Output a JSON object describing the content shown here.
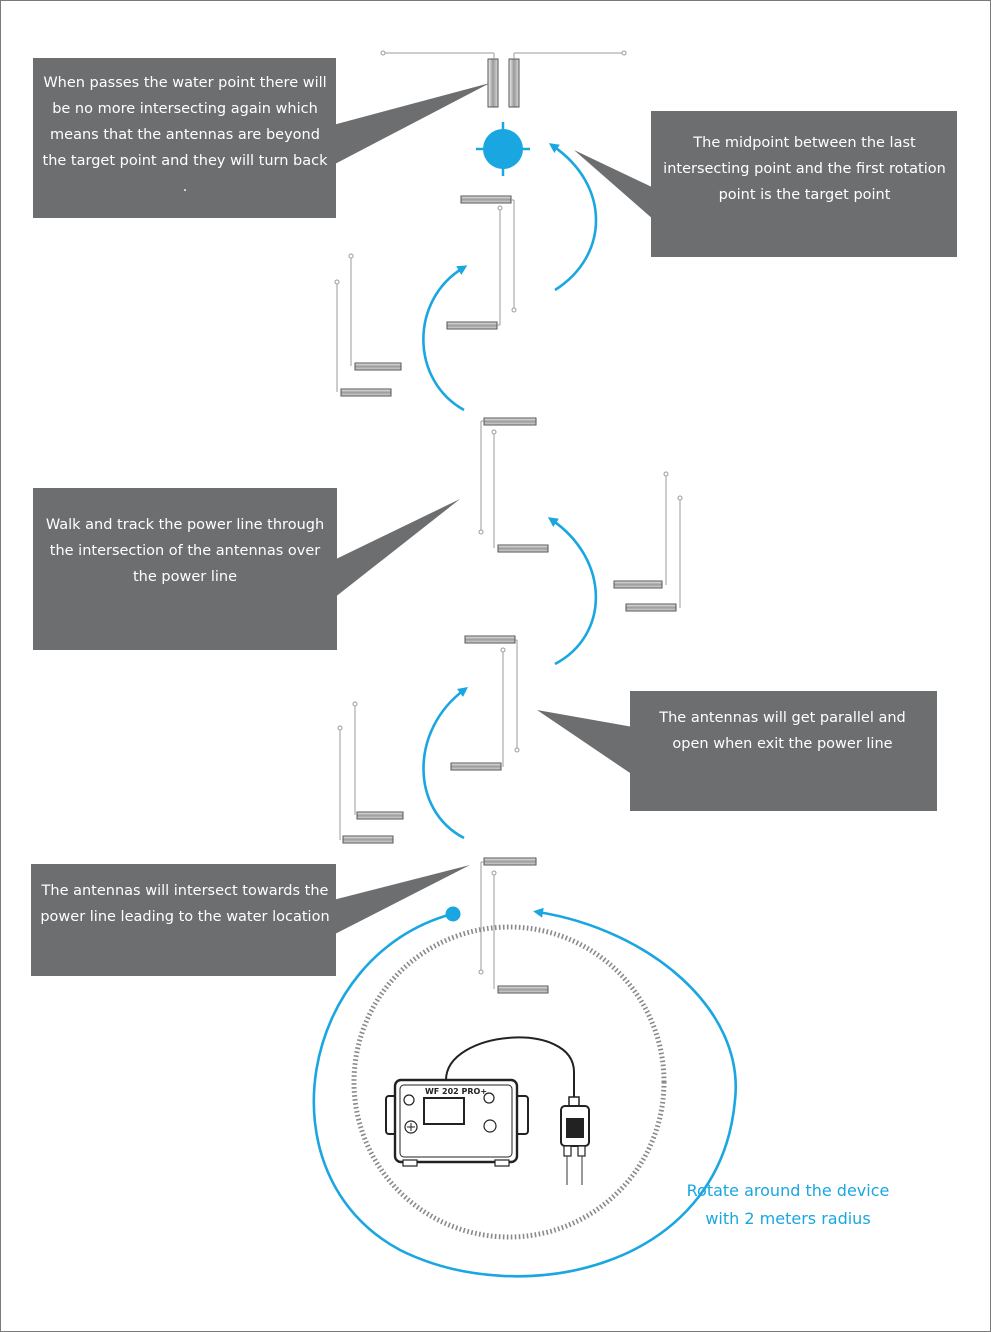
{
  "callouts": {
    "passes": "When passes the water point there will be no more intersecting again which means that the antennas are beyond the target point and they will turn back .",
    "midpoint": "The midpoint between the last intersecting point and the first rotation point is the target point",
    "walk": "Walk and track the power line through the intersection of the antennas over the power line",
    "parallel": "The antennas will get parallel and open when exit the power line",
    "intersect": "The antennas will intersect towards the power line leading to the water location"
  },
  "rotate_label": "Rotate around the device with 2 meters radius",
  "device": {
    "model": "WF 202 PRO+"
  },
  "colors": {
    "callout_bg": "#6d6e70",
    "accent_blue": "#1aa6e0",
    "antenna_rod": "#9b9b9b",
    "device_outline": "#222222"
  },
  "icons": {
    "target": "target-point-icon",
    "start": "start-point-icon"
  }
}
